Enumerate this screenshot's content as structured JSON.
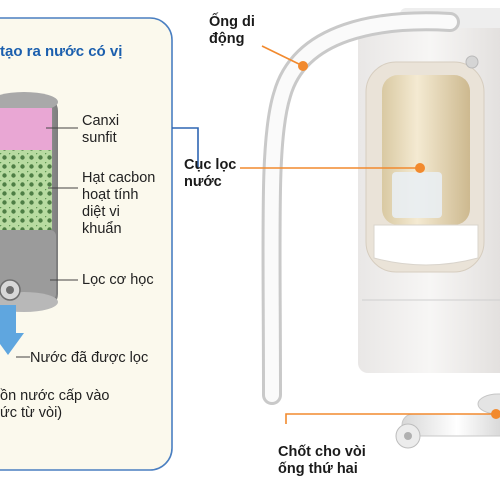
{
  "colors": {
    "panel_border": "#4a7fc1",
    "panel_fill": "#fbf9ed",
    "title_text": "#1b5fae",
    "leader_blue": "#2f66b3",
    "leader_orange": "#f28a2e",
    "media_pink": "#e9a7d4",
    "media_green": "#b8dba1",
    "water_arrow": "#5fa6df"
  },
  "inset_panel": {
    "title": "tạo ra nước có vị",
    "labels": {
      "canxi": [
        "Canxi",
        "sunfit"
      ],
      "carbon": [
        "Hạt cacbon",
        "hoạt tính",
        "diệt vi",
        "khuẩn"
      ],
      "mechanical": [
        "Lọc cơ học"
      ],
      "filtered_water": [
        "Nước đã được lọc"
      ],
      "feed_water": [
        "ồn nước cấp vào",
        "ức từ vòi)"
      ]
    }
  },
  "device": {
    "labels": {
      "hose": [
        "Ống di",
        "động"
      ],
      "filter": [
        "Cục lọc",
        "nước"
      ],
      "second_hose": [
        "Chốt cho vòi",
        "ống thứ hai"
      ]
    }
  }
}
